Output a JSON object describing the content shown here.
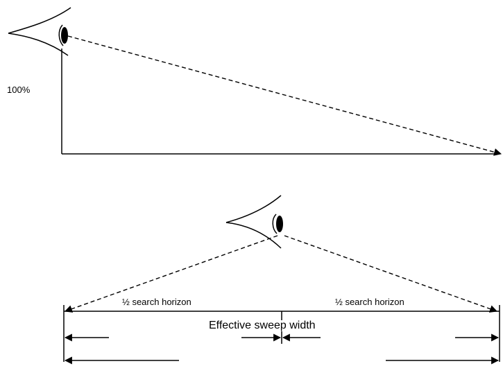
{
  "top_diagram": {
    "percent_label": "100%"
  },
  "bottom_diagram": {
    "left_half_label": "½ search horizon",
    "right_half_label": "½ search horizon",
    "sweep_label": "Effective sweep width"
  },
  "colors": {
    "ink": "#000000",
    "background": "#ffffff"
  },
  "icons": [
    "eye-icon",
    "eye-icon"
  ]
}
